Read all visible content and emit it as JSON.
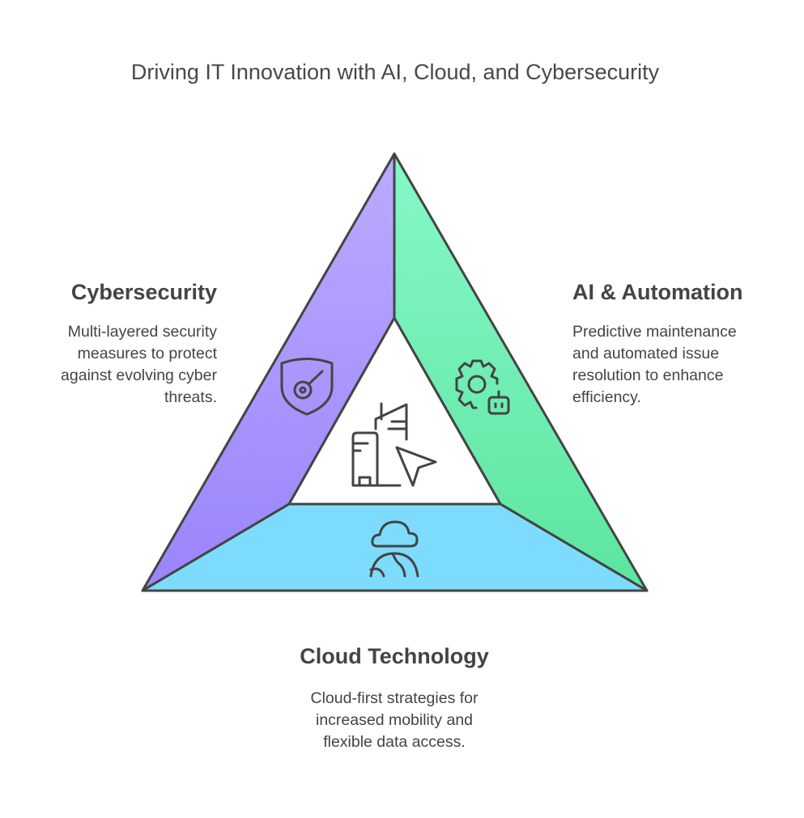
{
  "title": "Driving IT Innovation with AI, Cloud, and Cybersecurity",
  "sections": {
    "cybersecurity": {
      "heading": "Cybersecurity",
      "lines": [
        "Multi-layered security",
        "measures to protect",
        "against evolving cyber",
        "threats."
      ],
      "icon": "shield-key-icon",
      "color": "#ab97fd"
    },
    "ai": {
      "heading": "AI & Automation",
      "lines": [
        "Predictive maintenance",
        "and automated issue",
        "resolution to enhance",
        "efficiency."
      ],
      "icon": "gear-robot-icon",
      "color": "#72eeb4"
    },
    "cloud": {
      "heading": "Cloud Technology",
      "lines": [
        "Cloud-first strategies for",
        "increased mobility and",
        "flexible data access."
      ],
      "icon": "cloud-globe-icon",
      "color": "#7ddcfe"
    }
  },
  "center_icon": "building-cursor-icon"
}
